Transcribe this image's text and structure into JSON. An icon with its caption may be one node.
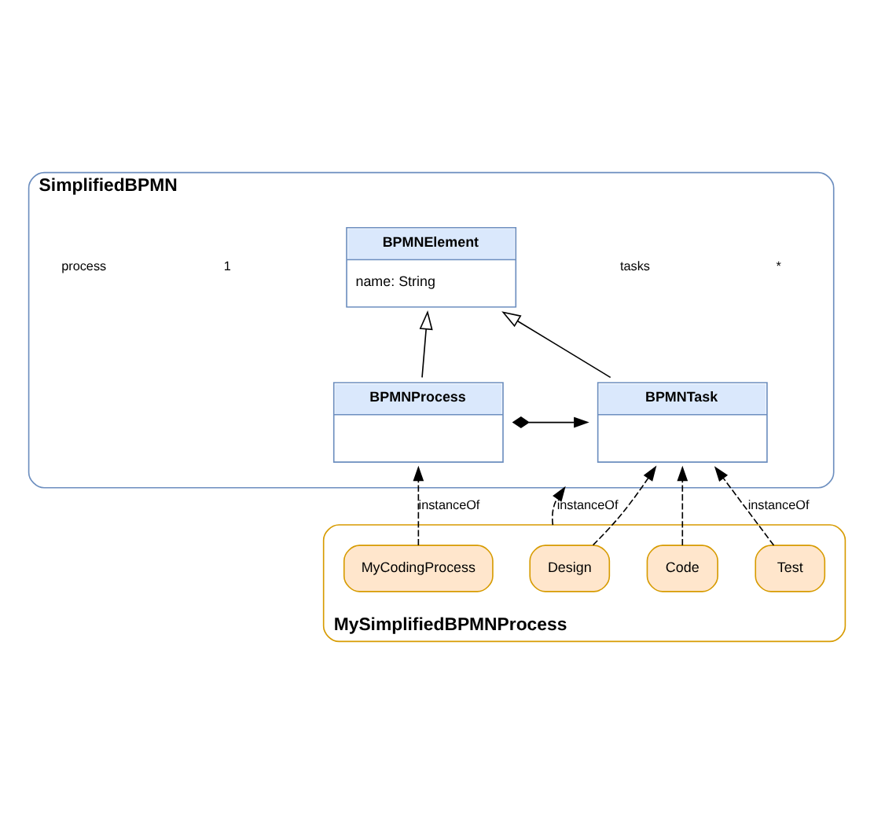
{
  "diagram": {
    "nodes": [
      {
        "text": [
          "SimplifiedBPMN"
        ]
      },
      {
        "text": [
          "BPMNElement",
          "name: String"
        ],
        "in": 0
      },
      {
        "text": [
          "BPMNProcess"
        ],
        "in": 0
      },
      {
        "text": [
          "BPMNTask"
        ],
        "in": 0
      },
      {
        "text": [
          "MySimplifiedBPMNProcess"
        ]
      },
      {
        "text": [
          "MyCodingProcess"
        ],
        "in": 4
      },
      {
        "text": [
          "Design"
        ],
        "in": 4
      },
      {
        "text": [
          "Code"
        ],
        "in": 4
      },
      {
        "text": [
          "Test"
        ],
        "in": 4
      }
    ],
    "edges": [
      {
        "from": 2,
        "to": 1,
        "arrow": "to"
      },
      {
        "from": 3,
        "to": 1,
        "arrow": "to"
      },
      {
        "from": 2,
        "to": 3,
        "arrow": "to"
      },
      {
        "from": 5,
        "to": 2,
        "arrow": "to",
        "style": "dashed",
        "label": "instanceOf"
      },
      {
        "from": 4,
        "to": 0,
        "arrow": "to",
        "style": "dashed",
        "label": "instanceOf"
      },
      {
        "from": 6,
        "to": 3,
        "arrow": "to",
        "style": "dashed"
      },
      {
        "from": 7,
        "to": 3,
        "arrow": "to",
        "style": "dashed"
      },
      {
        "from": 8,
        "to": 3,
        "arrow": "to",
        "style": "dashed",
        "label": "instanceOf"
      }
    ],
    "labels": [
      "process",
      "tasks",
      "1",
      "*"
    ]
  }
}
